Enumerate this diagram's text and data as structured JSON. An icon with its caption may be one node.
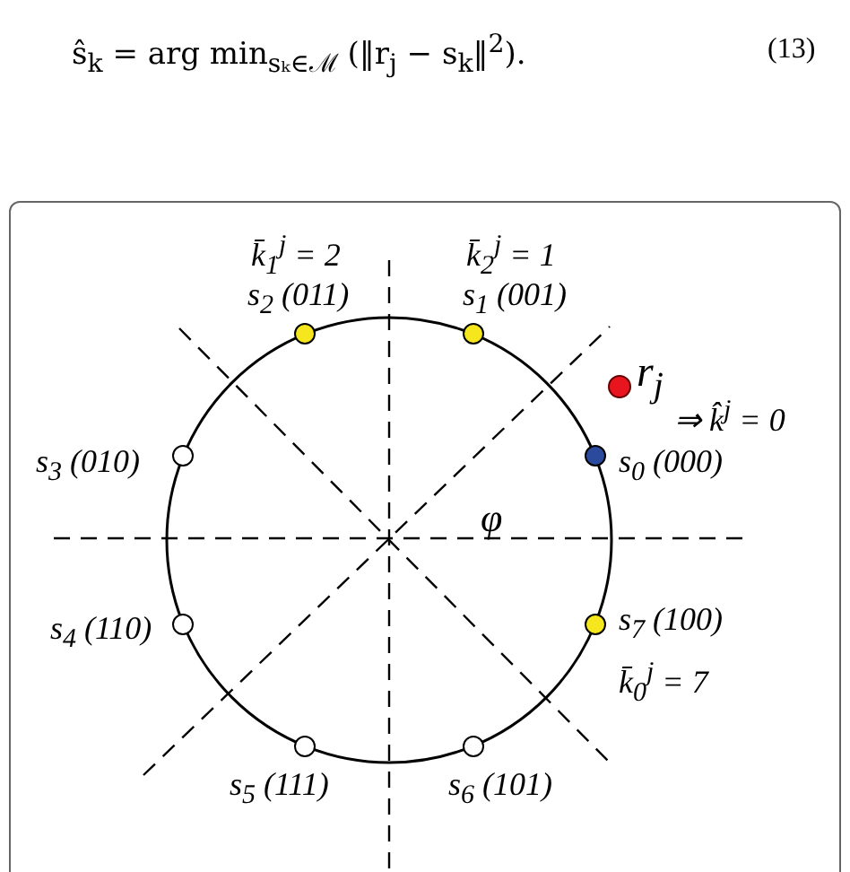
{
  "diagram": {
    "nodes": [
      {
        "text": [],
        "shape": "circle",
        "beside": [
          "k̄$_{1}$$^{j}$ = 2",
          "s$_{2}$ (011)"
        ]
      },
      {
        "text": [],
        "shape": "circle",
        "beside": [
          "k̄$_{2}$$^{j}$ = 1",
          "s$_{1}$ (001)"
        ]
      },
      {
        "text": [],
        "shape": "circle",
        "beside": [
          "r$_{j}$",
          "⇒ k̂$^{j}$ = 0"
        ]
      },
      {
        "text": [],
        "shape": "circle",
        "beside": [
          "s$_{3}$ (010)"
        ]
      },
      {
        "text": [],
        "shape": "circle",
        "beside": [
          "s$_{0}$ (000)"
        ]
      },
      {
        "text": [],
        "shape": "circle",
        "beside": [
          "s$_{4}$ (110)"
        ]
      },
      {
        "text": [],
        "shape": "circle",
        "beside": [
          "s$_{7}$ (100)",
          "k̄$_{0}$$^{j}$ = 7"
        ]
      },
      {
        "text": [],
        "shape": "circle",
        "beside": [
          "s$_{5}$ (111)"
        ]
      },
      {
        "text": [],
        "shape": "circle",
        "beside": [
          "s$_{6}$ (101)"
        ]
      }
    ],
    "labels": [
      "ŝ$_{k}$ = arg min$_{sₖ∈ℳ}$ (‖r$_{j}$ − s$_{k}$‖$^{2}$).",
      "(13)",
      "φ"
    ]
  }
}
